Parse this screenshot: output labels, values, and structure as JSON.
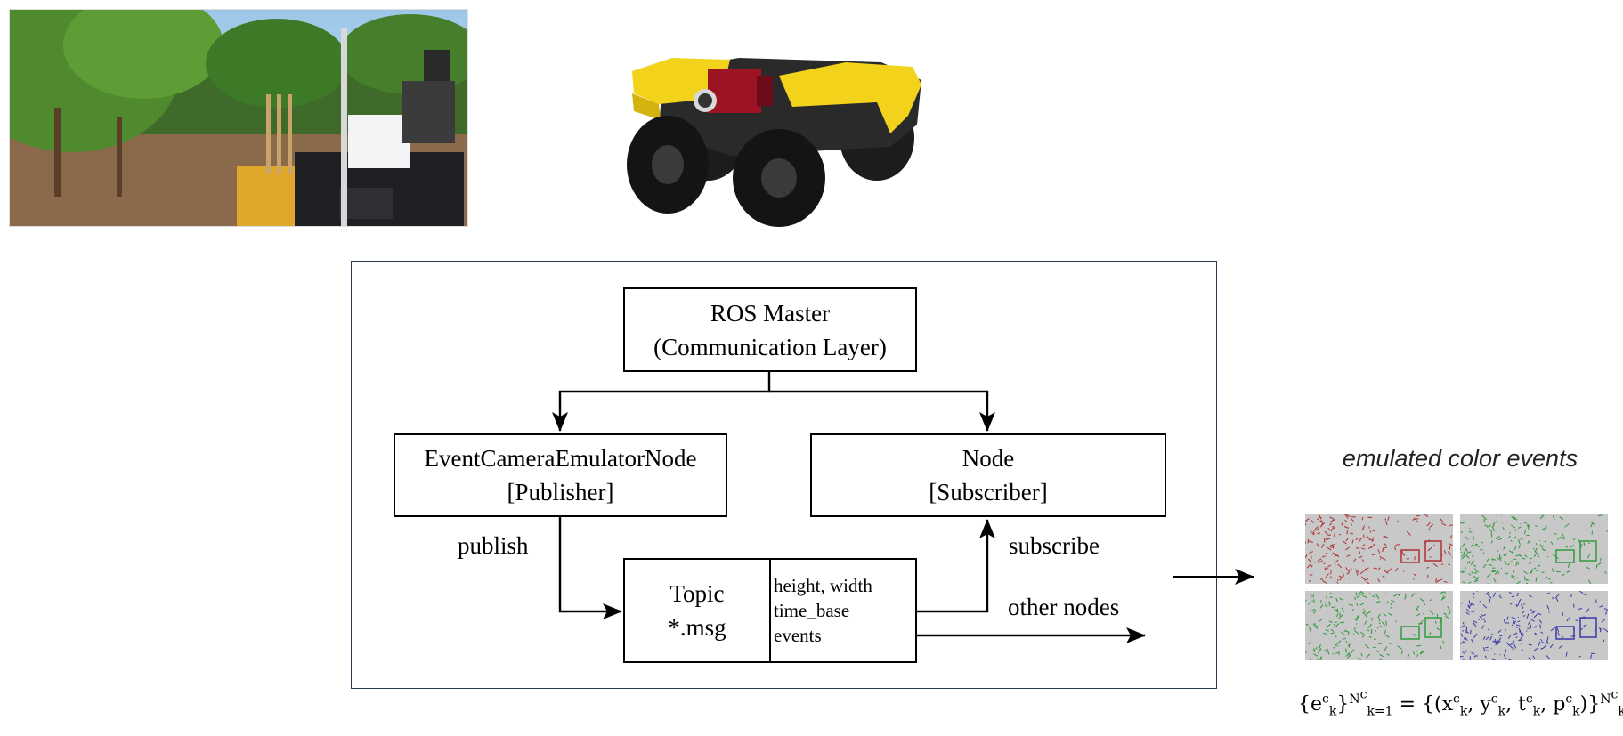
{
  "diagram": {
    "ros_master": {
      "line1": "ROS Master",
      "line2": "(Communication Layer)"
    },
    "publisher": {
      "line1": "EventCameraEmulatorNode",
      "line2": "[Publisher]"
    },
    "subscriber": {
      "line1": "Node",
      "line2": "[Subscriber]"
    },
    "topic": {
      "line1": "Topic",
      "line2": "*.msg",
      "fields": [
        "height, width",
        "time_base",
        "events"
      ]
    },
    "edge_labels": {
      "publish": "publish",
      "subscribe": "subscribe",
      "other_nodes": "other nodes"
    }
  },
  "events_panel": {
    "title": "emulated color events",
    "tile_colors": [
      "#b03030",
      "#2f9a3a",
      "#2f9a3a",
      "#3a3aa8"
    ]
  },
  "colors": {
    "frame": "#2b3a55",
    "robot_yellow": "#f2d21a",
    "robot_red": "#9c1424"
  }
}
